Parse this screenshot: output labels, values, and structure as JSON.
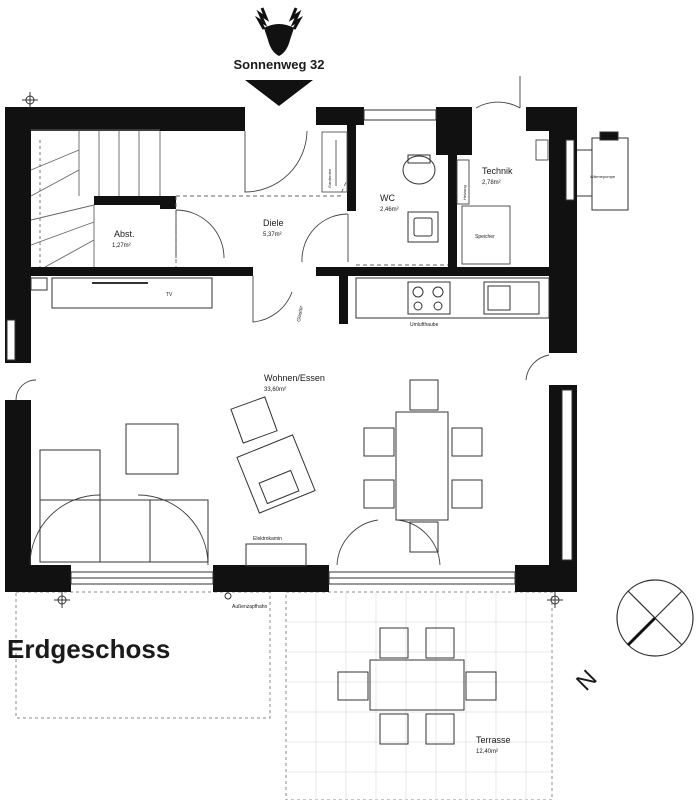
{
  "header": {
    "address": "Sonnenweg 32",
    "logo_icon": "deer-head-icon"
  },
  "floor_title": "Erdgeschoss",
  "rooms": {
    "abst": {
      "name": "Abst.",
      "area": "1,27m²"
    },
    "diele": {
      "name": "Diele",
      "area": "5,37m²"
    },
    "wc": {
      "name": "WC",
      "area": "2,46m²"
    },
    "technik": {
      "name": "Technik",
      "area": "2,78m²"
    },
    "wohnen": {
      "name": "Wohnen/Essen",
      "area": "33,60m²"
    },
    "terrasse": {
      "name": "Terrasse",
      "area": "12,40m²"
    }
  },
  "fixtures": {
    "tv": "TV",
    "garderobe": "Garderobe",
    "umluft": "Umlufthaube",
    "speicher": "Speicher",
    "kamin": "Elektrokamin",
    "aussen": "Außenzapfhahn",
    "waermepumpe": "Wärmepumpe",
    "heizung": "Heizung",
    "glastuer": "Glastür"
  },
  "compass": {
    "north_label": "N"
  },
  "colors": {
    "wall": "#111111",
    "line": "#444444",
    "dash": "#555555"
  }
}
